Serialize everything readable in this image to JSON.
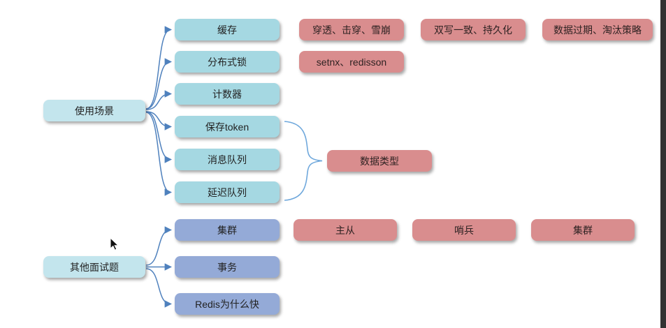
{
  "colors": {
    "root": "#c3e5ed",
    "usage_child": "#a5d8e2",
    "other_child": "#94aad7",
    "topic": "#d98d8e",
    "connector": "#4f81bd",
    "brace": "#6fa8dc"
  },
  "nodes": {
    "usage_root": "使用场景",
    "usage_children": [
      "缓存",
      "分布式锁",
      "计数器",
      "保存token",
      "消息队列",
      "延迟队列"
    ],
    "cache_topics": [
      "穿透、击穿、雪崩",
      "双写一致、持久化",
      "数据过期、淘汰策略"
    ],
    "lock_topics": [
      "setnx、redisson"
    ],
    "queue_group": "数据类型",
    "other_root": "其他面试题",
    "other_children": [
      "集群",
      "事务",
      "Redis为什么快"
    ],
    "cluster_topics": [
      "主从",
      "哨兵",
      "集群"
    ]
  }
}
